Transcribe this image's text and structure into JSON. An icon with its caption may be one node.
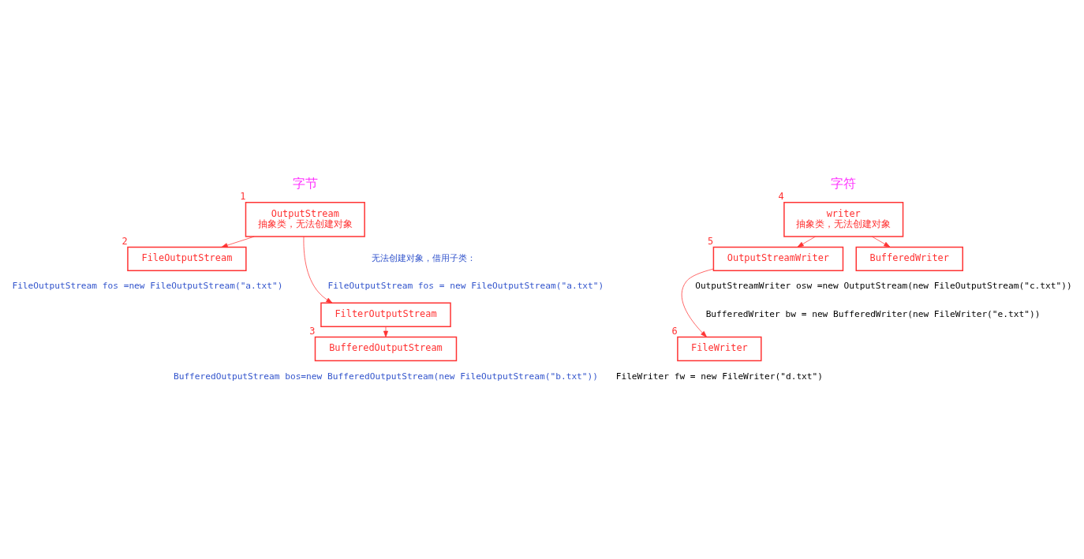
{
  "diagram": {
    "nodes": [
      {
        "text": [
          "OutputStream",
          "抽象类，无法创建对象"
        ],
        "beside": [
          "1"
        ]
      },
      {
        "text": [
          "FileOutputStream"
        ],
        "beside": [
          "2"
        ]
      },
      {
        "text": [
          "FilterOutputStream"
        ]
      },
      {
        "text": [
          "BufferedOutputStream"
        ],
        "beside": [
          "3"
        ]
      },
      {
        "text": [
          "writer",
          "抽象类，无法创建对象"
        ],
        "beside": [
          "4"
        ]
      },
      {
        "text": [
          "OutputStreamWriter"
        ],
        "beside": [
          "5"
        ]
      },
      {
        "text": [
          "BufferedWriter"
        ]
      },
      {
        "text": [
          "FileWriter"
        ],
        "beside": [
          "6"
        ]
      }
    ],
    "edges": [
      {
        "from": 0,
        "to": 1,
        "arrow": "to"
      },
      {
        "from": 0,
        "to": 2,
        "arrow": "to"
      },
      {
        "from": 2,
        "to": 3,
        "arrow": "to"
      },
      {
        "from": 4,
        "to": 5,
        "arrow": "to"
      },
      {
        "from": 4,
        "to": 6,
        "arrow": "to"
      },
      {
        "from": 5,
        "to": 7,
        "arrow": "to"
      }
    ],
    "labels": [
      "字节",
      "字符",
      "无法创建对象，借用子类：",
      "FileOutputStream fos = new FileOutputStream(\"a.txt\")",
      "FileOutputStream fos =new FileOutputStream(\"a.txt\")",
      "OutputStreamWriter osw =new OutputStream(new FileOutputStream(\"c.txt\"))",
      "BufferedWriter bw = new BufferedWriter(new FileWriter(\"e.txt\"))",
      "FileWriter fw = new FileWriter(\"d.txt\")",
      "BufferedOutputStream bos=new BufferedOutputStream(new FileOutputStream(\"b.txt\"))"
    ]
  }
}
